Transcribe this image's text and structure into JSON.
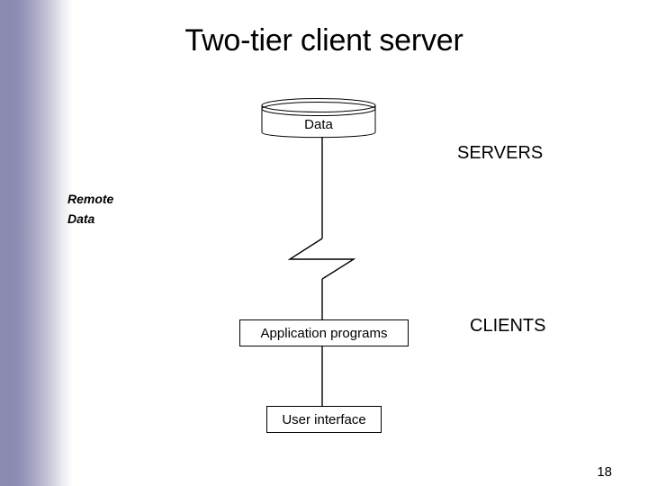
{
  "slide": {
    "title": "Two-tier client server",
    "page_number": "18",
    "background_color": "#ffffff",
    "accent_band_color": "#8a8ab2",
    "line_color": "#000000"
  },
  "diagram": {
    "database": {
      "label": "Data",
      "shape": "cylinder"
    },
    "annotation": {
      "line1": "Remote",
      "line2": "Data"
    },
    "tiers": [
      {
        "name": "servers-label",
        "label": "SERVERS"
      },
      {
        "name": "clients-label",
        "label": "CLIENTS"
      }
    ],
    "nodes": [
      {
        "name": "application-programs-box",
        "label": "Application programs"
      },
      {
        "name": "user-interface-box",
        "label": "User interface"
      }
    ],
    "connectors": [
      {
        "name": "data-to-zigzag",
        "from": "Data",
        "to": "zigzag"
      },
      {
        "name": "network-zigzag",
        "from": "servers-tier",
        "to": "clients-tier"
      },
      {
        "name": "zigzag-to-application",
        "from": "zigzag",
        "to": "Application programs"
      },
      {
        "name": "application-to-user-interface",
        "from": "Application programs",
        "to": "User interface"
      }
    ]
  }
}
